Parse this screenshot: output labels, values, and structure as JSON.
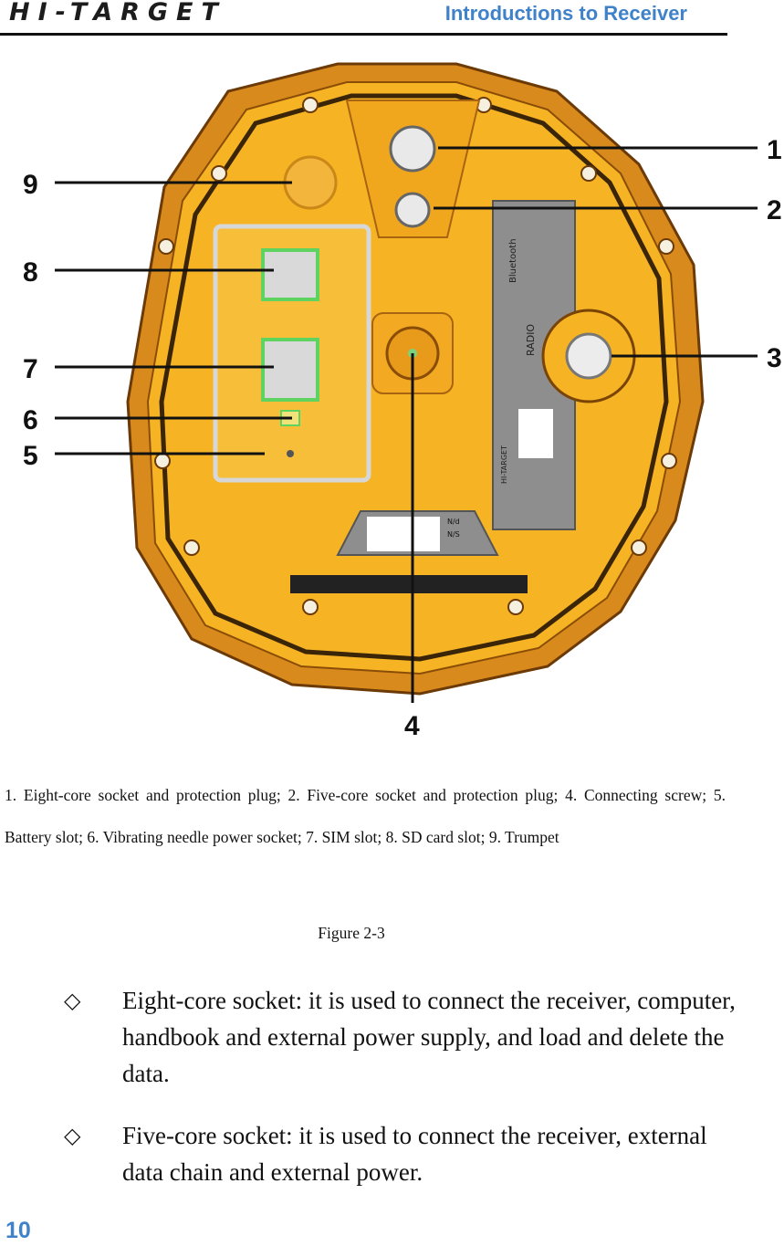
{
  "header": {
    "logo_text": "HI-TARGET",
    "title": "Introductions to Receiver"
  },
  "figure": {
    "callouts": [
      "1",
      "2",
      "3",
      "4",
      "5",
      "6",
      "7",
      "8",
      "9"
    ],
    "label_texts": [
      "Bluetooth",
      "RADIO",
      "HI-TARGET",
      "N/d",
      "N/S"
    ]
  },
  "caption": "1.  Eight-core  socket  and  protection  plug;  2.  Five-core  socket  and  protection  plug;  4. Connecting screw; 5. Battery slot; 6. Vibrating needle power socket; 7. SIM slot; 8. SD card slot; 9. Trumpet",
  "figure_label": "Figure 2-3",
  "bullets": [
    {
      "symbol": "◇",
      "text": "Eight-core socket: it is used to connect the receiver, computer, handbook and external power supply, and load and delete the data."
    },
    {
      "symbol": "◇",
      "text": "Five-core socket: it is used to connect the receiver, external data chain and external power."
    }
  ],
  "page_number": "10",
  "colors": {
    "accent": "#3f82c9",
    "housing": "#f2a21c",
    "rim": "#d9811a"
  }
}
